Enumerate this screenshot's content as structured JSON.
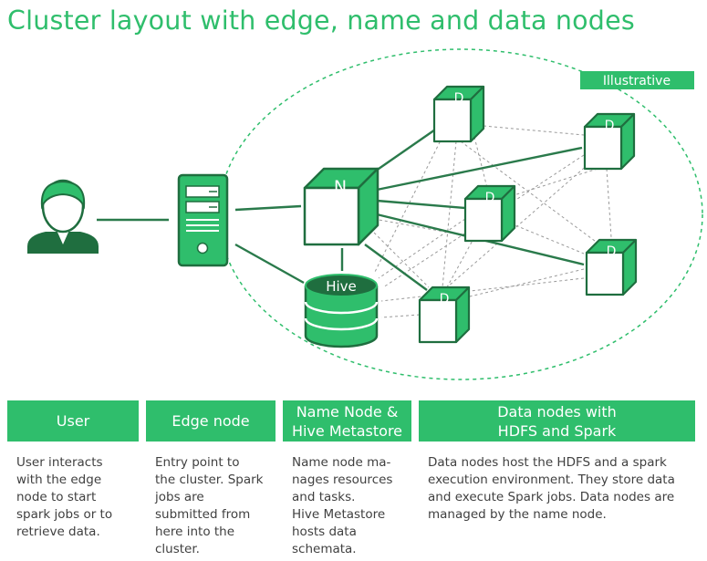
{
  "title": "Cluster layout with edge, name and data nodes",
  "badge": "Illustrative",
  "nodes": {
    "name_node_letter": "N",
    "data_node_letter": "D",
    "hive_label": "Hive"
  },
  "columns": [
    {
      "heading": "User",
      "text": "User interacts\nwith the edge\nnode to start\nspark jobs or to\nretrieve data."
    },
    {
      "heading": "Edge node",
      "text": "Entry point to\nthe cluster. Spark\njobs are\nsubmitted from\nhere into the\ncluster."
    },
    {
      "heading": "Name Node &\nHive Metastore",
      "text": "Name node ma-\nnages resources\nand tasks.\nHive Metastore\nhosts data\nschemata."
    },
    {
      "heading": "Data nodes with\nHDFS and Spark",
      "text": "Data nodes host the HDFS and a spark\nexecution environment. They store data\nand execute Spark jobs. Data nodes are\nmanaged by the name node."
    }
  ],
  "colors": {
    "accent": "#2fbe6c",
    "dark": "#1f6e3f",
    "line": "#2a7a4b",
    "dashed": "#9a9a9a",
    "text": "#404040"
  }
}
